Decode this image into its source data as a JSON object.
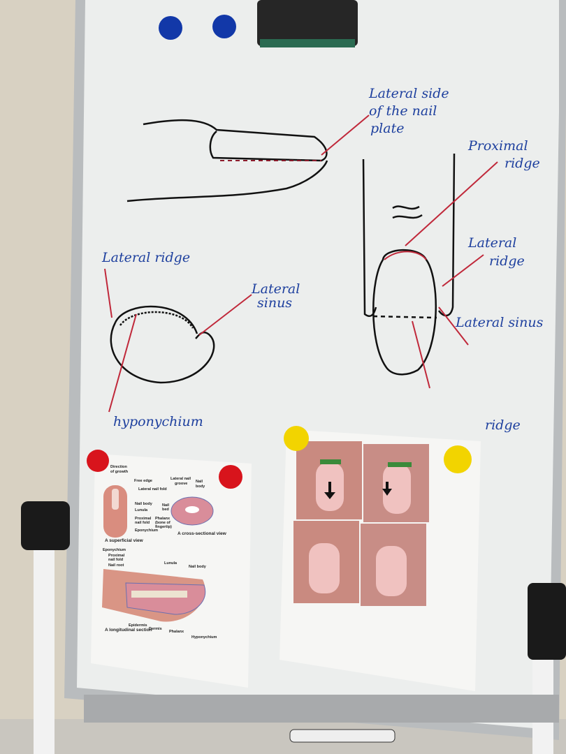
{
  "board_labels": {
    "lateral_side_1": "Lateral side",
    "lateral_side_2": "of the nail",
    "lateral_side_3": "plate",
    "proximal_1": "Proximal",
    "proximal_2": "ridge",
    "lateral_ridge_right_1": "Lateral",
    "lateral_ridge_right_2": "ridge",
    "lateral_sinus_right": "Lateral sinus",
    "lateral_ridge_left": "Lateral ridge",
    "lateral_sinus_left_1": "Lateral",
    "lateral_sinus_left_2": "sinus",
    "hyponychium": "hyponychium",
    "ridge": "ridge"
  },
  "diagram_sheet": {
    "direction_1": "Direction",
    "direction_2": "of growth",
    "free_edge": "Free edge",
    "lateral_nail_fold": "Lateral nail fold",
    "nail_body": "Nail body",
    "lunula": "Lunula",
    "proximal_nail_fold_1": "Proximal",
    "proximal_nail_fold_2": "nail fold",
    "eponychium": "Eponychium",
    "lateral_nail_groove_1": "Lateral nail",
    "lateral_nail_groove_2": "groove",
    "nail_body_b_1": "Nail",
    "nail_body_b_2": "body",
    "nail_bed_1": "Nail",
    "nail_bed_2": "bed",
    "phalanx_1": "Phalanx",
    "phalanx_2": "(bone of",
    "phalanx_3": "fingertip)",
    "caption_a": "A superficial view",
    "caption_b": "A cross-sectional view",
    "eponychium_c": "Eponychium",
    "proximal_c_1": "Proximal",
    "proximal_c_2": "nail fold",
    "nail_root": "Nail root",
    "lunula_c": "Lunula",
    "nail_body_c": "Nail body",
    "epidermis": "Epidermis",
    "dermis": "Dermis",
    "phalanx_c": "Phalanx",
    "hyponychium_c": "Hyponychium",
    "caption_c": "A longitudinal section"
  },
  "colors": {
    "marker_blue": "#1d3f9e",
    "marker_red": "#c0283a",
    "magnet_red": "#d8141c",
    "magnet_yellow": "#f2d400",
    "magnet_blue": "#1238a8"
  }
}
